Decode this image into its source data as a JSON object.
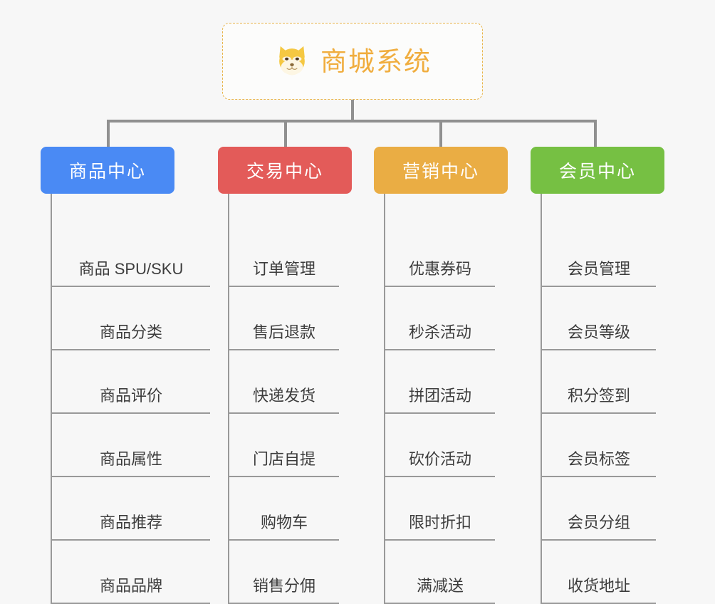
{
  "root": {
    "title": "商城系统",
    "icon": "shiba-dog-emoji",
    "border_color": "#e8b44a",
    "text_color": "#f0ad3e",
    "background": "#fcfcfb"
  },
  "canvas": {
    "background": "#f7f7f7",
    "connector_color": "#909090"
  },
  "branches": [
    {
      "label": "商品中心",
      "color": "#4a8af4",
      "leaves": [
        "商品 SPU/SKU",
        "商品分类",
        "商品评价",
        "商品属性",
        "商品推荐",
        "商品品牌"
      ]
    },
    {
      "label": "交易中心",
      "color": "#e35b59",
      "leaves": [
        "订单管理",
        "售后退款",
        "快递发货",
        "门店自提",
        "购物车",
        "销售分佣"
      ]
    },
    {
      "label": "营销中心",
      "color": "#eaad44",
      "leaves": [
        "优惠券码",
        "秒杀活动",
        "拼团活动",
        "砍价活动",
        "限时折扣",
        "满减送"
      ]
    },
    {
      "label": "会员中心",
      "color": "#76c043",
      "leaves": [
        "会员管理",
        "会员等级",
        "积分签到",
        "会员标签",
        "会员分组",
        "收货地址"
      ]
    }
  ]
}
